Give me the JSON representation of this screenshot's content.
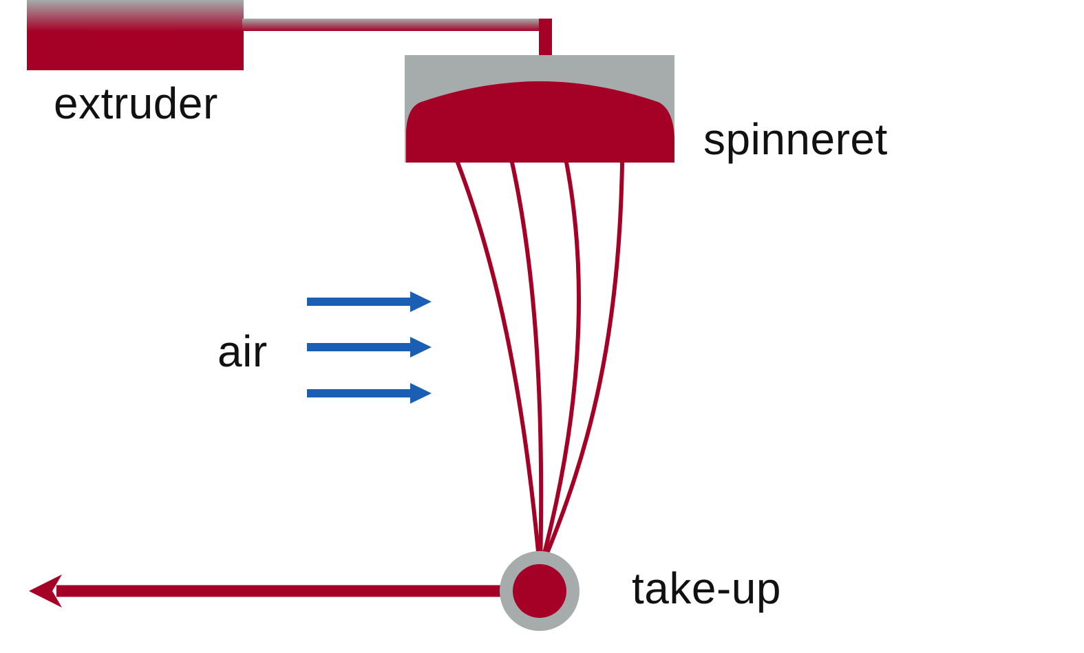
{
  "labels": {
    "extruder": "extruder",
    "spinneret": "spinneret",
    "air": "air",
    "takeup": "take-up"
  },
  "colors": {
    "polymer": "#a50026",
    "housing": "#a5acab",
    "air": "#1a5fb4",
    "text": "#111111",
    "background": "#ffffff"
  },
  "air_arrow_count": 3,
  "filament_count": 4
}
